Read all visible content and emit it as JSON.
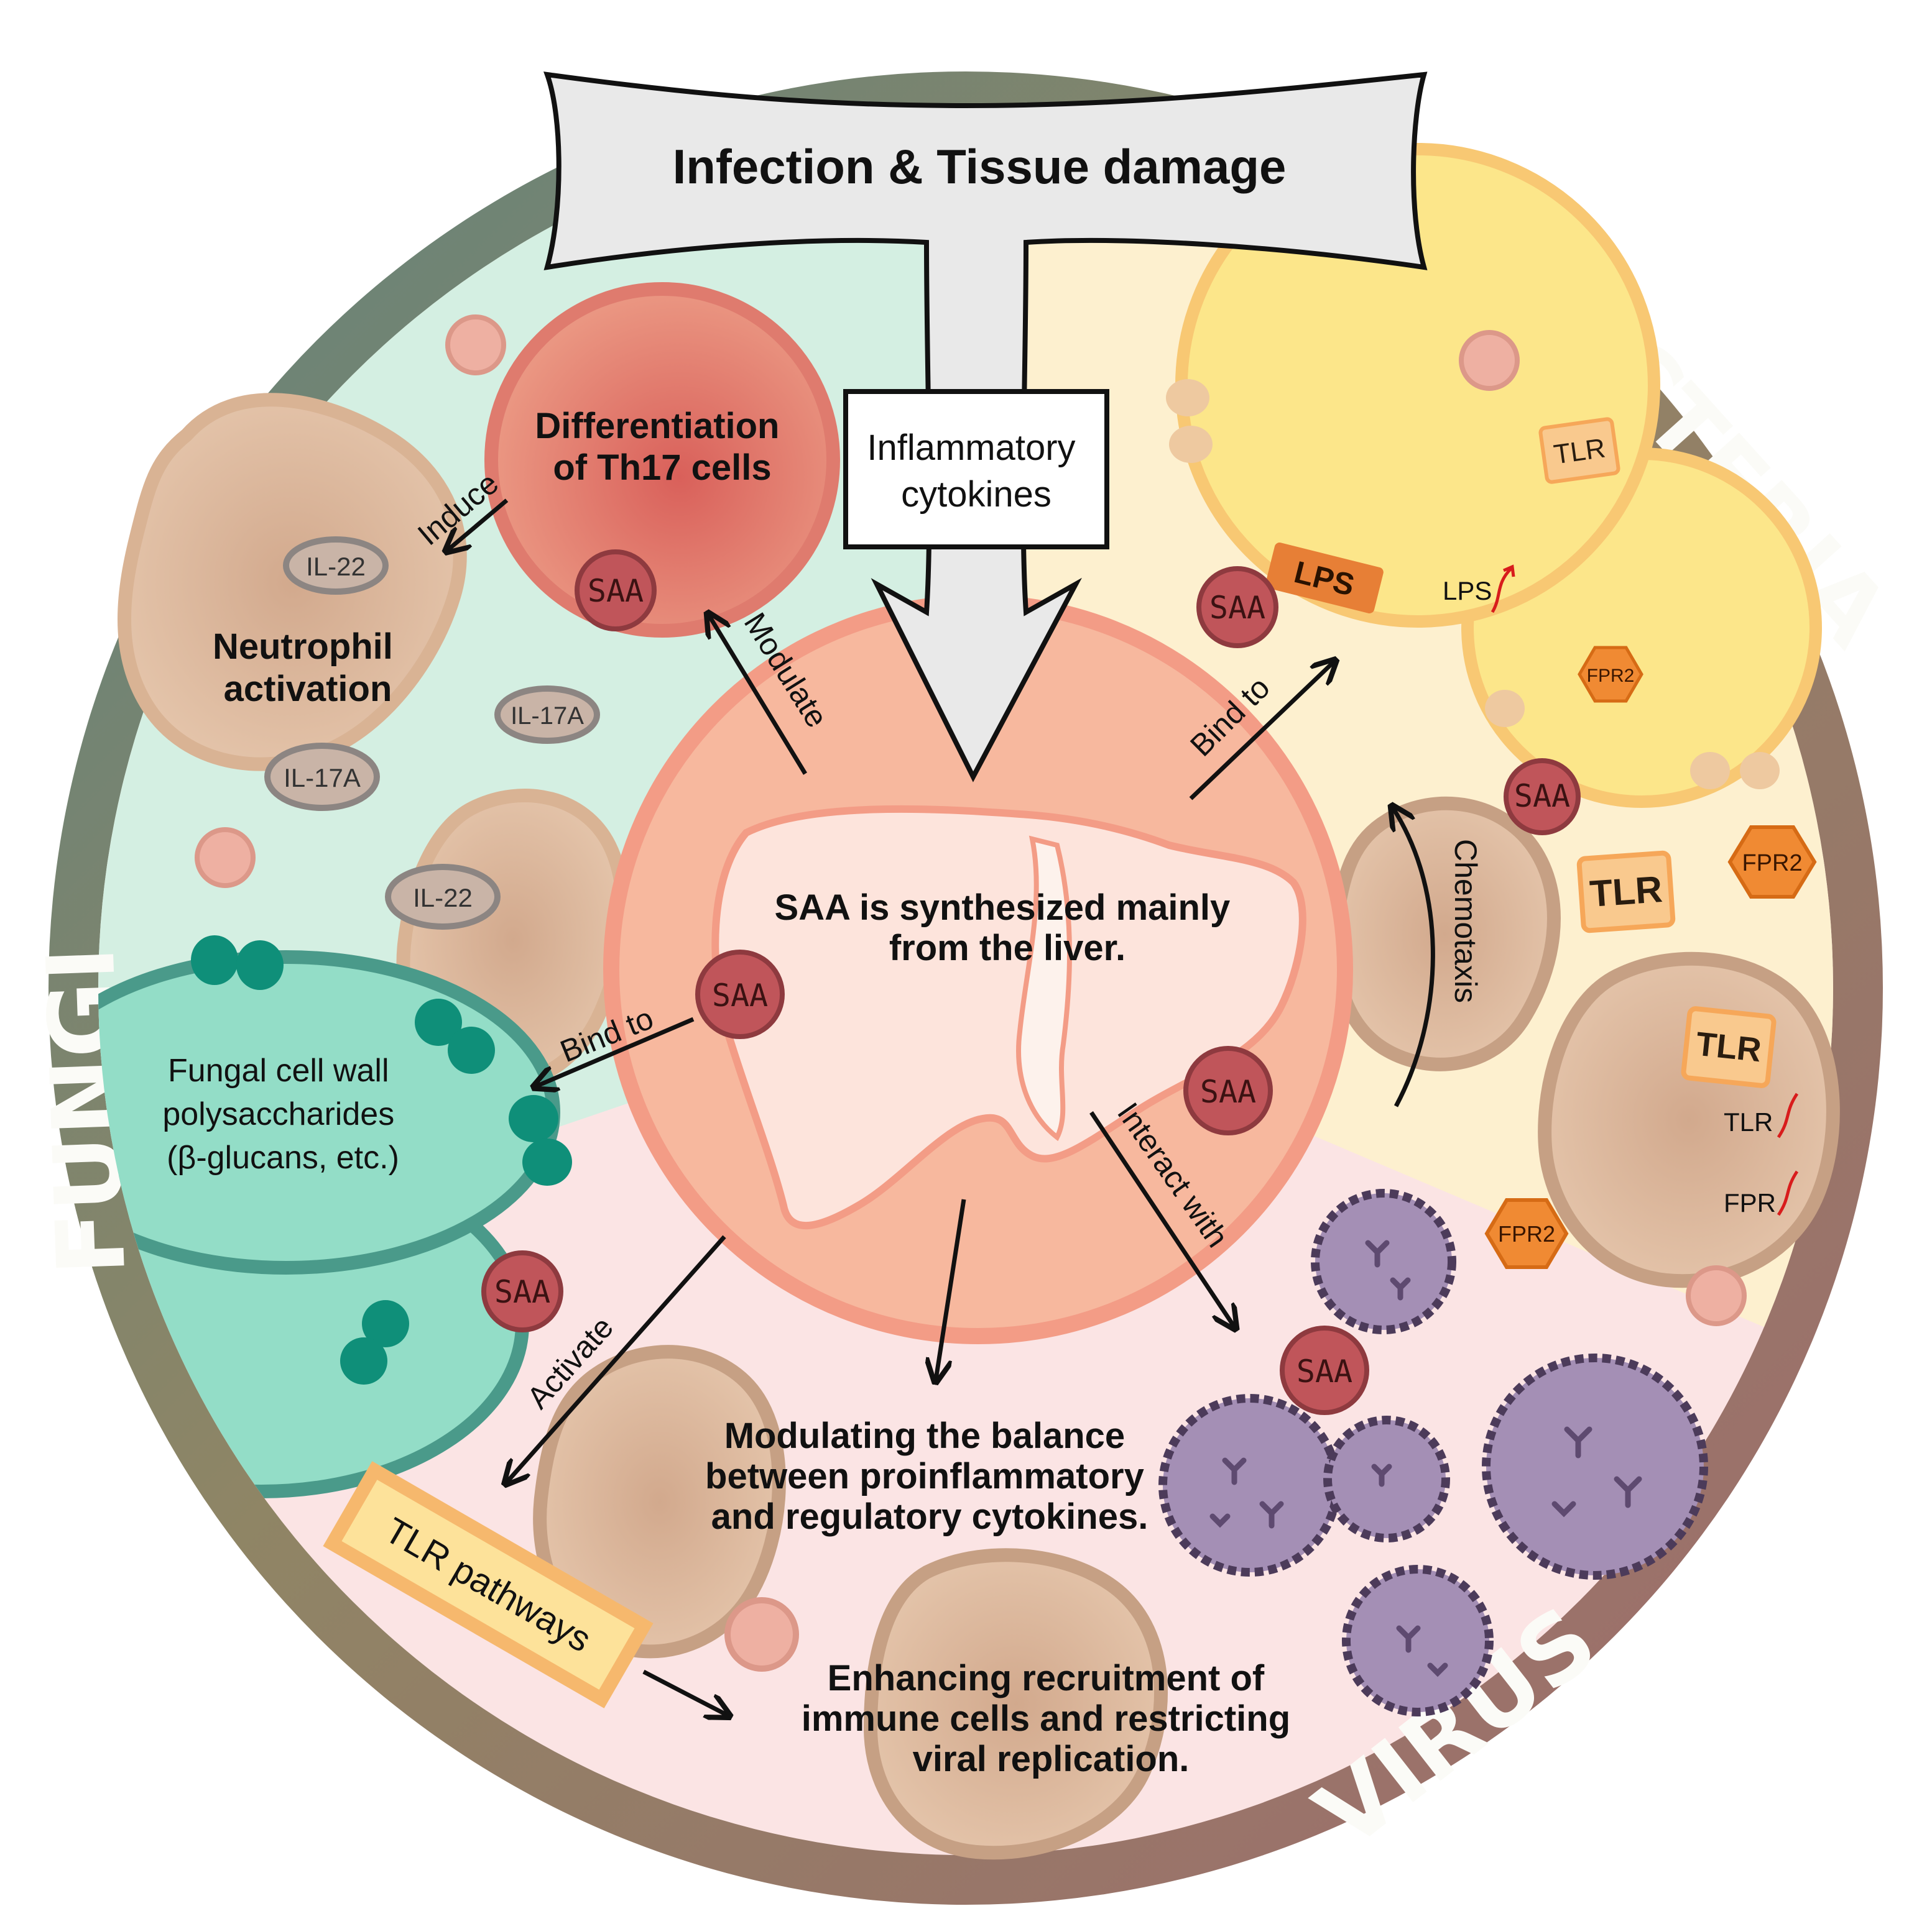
{
  "header": {
    "title": "Infection & Tissue damage",
    "cytokines_box": [
      "Inflammatory",
      "cytokines"
    ]
  },
  "ring_labels": {
    "bacteria": "BACTERIA",
    "fungi": "FUNGI",
    "virus": "VIRUS"
  },
  "center": {
    "text": [
      "SAA is synthesized mainly",
      "from the liver."
    ]
  },
  "arrows": {
    "modulate": "Modulate",
    "induce": "Induce",
    "bind_to_bacteria": "Bind to",
    "bind_to_fungi": "Bind to",
    "chemotaxis": "Chemotaxis",
    "interact_with": "Interact with",
    "activate": "Activate"
  },
  "fungi": {
    "th17": [
      "Differentiation",
      "of Th17 cells"
    ],
    "neutrophil": [
      "Neutrophil",
      "activation"
    ],
    "cell_wall": [
      "Fungal cell wall",
      "polysaccharides",
      "(β-glucans, etc.)"
    ],
    "il22_top": "IL-22",
    "il17a_right": "IL-17A",
    "il17a_left": "IL-17A",
    "il22_bottom": "IL-22"
  },
  "bacteria": {
    "lps_tag": "LPS",
    "lps_up": "LPS",
    "tlr_small": "TLR",
    "tlr_mid": "TLR",
    "tlr_right": "TLR",
    "fpr2_top": "FPR2",
    "fpr2_right": "FPR2",
    "fpr2_bottom": "FPR2",
    "tlr_up": "TLR",
    "fpr_up": "FPR"
  },
  "virus": {
    "tlr_pathways": "TLR pathways",
    "modulating": [
      "Modulating the balance",
      "between proinflammatory",
      "and regulatory cytokines."
    ],
    "enhancing": [
      "Enhancing recruitment of",
      "immune cells and restricting",
      "viral replication."
    ]
  },
  "saa_label": "SAA",
  "colors": {
    "ring_top": "#6b8a82",
    "ring_right": "#9a8a6a",
    "ring_bottom": "#a4706e",
    "fungi_bg": "#d4efe2",
    "bacteria_bg": "#fdf0cf",
    "virus_bg": "#fbe4e4",
    "liver_circle": "#f7b89e",
    "saa_fill": "#c0555a",
    "virus_purple": "#a48fb5",
    "tlr_fill": "#f9c98e",
    "fpr2_fill": "#f08a33"
  }
}
